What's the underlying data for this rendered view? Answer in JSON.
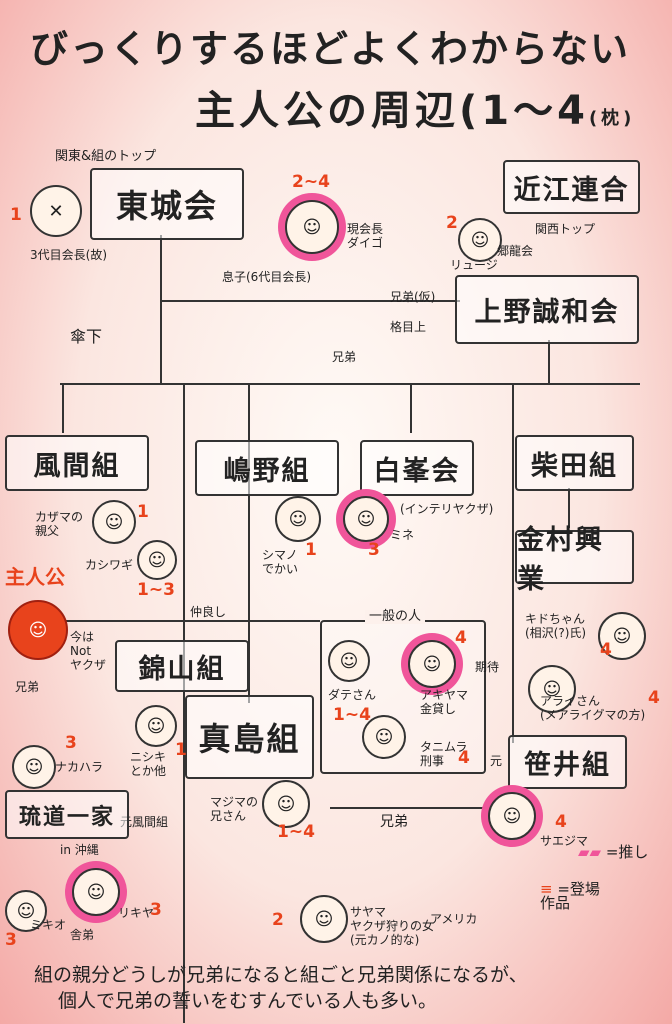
{
  "title": {
    "line1": "びっくりするほどよくわからない",
    "line2": "主人公の周辺(1〜4",
    "line2_suffix": "(枕)"
  },
  "orgs": {
    "tojo": "東城会",
    "omi": "近江連合",
    "ueno": "上野誠和会",
    "kazama": "風間組",
    "shimano": "嶋野組",
    "hakuho": "白峯会",
    "shibata": "柴田組",
    "kanemura": "金村興業",
    "nishikiyama": "錦山組",
    "majima": "真島組",
    "sasai": "笹井組",
    "ryudo": "琉道一家"
  },
  "labels": {
    "top_kanto": "関東&組のトップ",
    "top_kansai": "関西トップ",
    "third_chair": "3代目会長(故)",
    "son": "息子(6代目会長)",
    "current": "現会長\nダイゴ",
    "ryuji": "リュージ",
    "goryukai": "郷龍会",
    "kyodai_kari": "兄弟(仮)",
    "meue": "格目上",
    "sanka": "傘下",
    "kyodai1": "兄弟",
    "kazama_oyaji": "カザマの\n親父",
    "kashiwagi": "カシワギ",
    "shimano_big": "シマノ\nでかい",
    "intelli": "(インテリヤクザ)",
    "mine": "ミネ",
    "nakayoshi": "仲良し",
    "hero": "主人公",
    "now_not": "今は\nNot\nヤクザ",
    "hero_kyodai": "兄弟",
    "nakahara": "ナカハラ",
    "nishiki": "ニシキ\nとか他",
    "moto_kazama": "元風間組",
    "ippan": "一般の人",
    "date": "ダテさん",
    "akiyama": "アキヤマ\n金貸し",
    "kitai": "期待",
    "taniyama": "タニムラ\n刑事",
    "kido": "キドちゃん\n(相沢(?)氏)",
    "arai": "アライさん\n(メアライグマの方)",
    "moto": "元",
    "majima_bro": "マジマの\n兄さん",
    "kyodai2": "兄弟",
    "saejima": "サエジマ",
    "in_okinawa": "in 沖縄",
    "rikiya": "リキヤ",
    "mikio": "ミキオ",
    "shatei": "舎弟",
    "sayama": "サヤマ\nヤクザ狩りの女\n(元カノ的な)",
    "america": "アメリカ",
    "legend_oshi": "=推し",
    "legend_appear": "=登場\n作品"
  },
  "games": {
    "tojo_chair": "1",
    "daigo": "2~4",
    "ryuji": "2",
    "kazama": "1",
    "kashiwagi": "1~3",
    "shimano": "1",
    "mine": "3",
    "nakahara": "3",
    "nishiki": "1",
    "date": "1~4",
    "akiyama": "4",
    "taniyama": "4",
    "kido": "4",
    "arai": "4",
    "majima": "1~4",
    "saejima": "4",
    "rikiya": "3",
    "mikio": "3",
    "sayama": "2"
  },
  "footer": {
    "line1": "組の親分どうしが兄弟になると組ごと兄弟関係になるが、",
    "line2": "個人で兄弟の誓いをむすんでいる人も多い。"
  },
  "colors": {
    "oshi": "#f0559a",
    "appear": "#e8431c"
  }
}
